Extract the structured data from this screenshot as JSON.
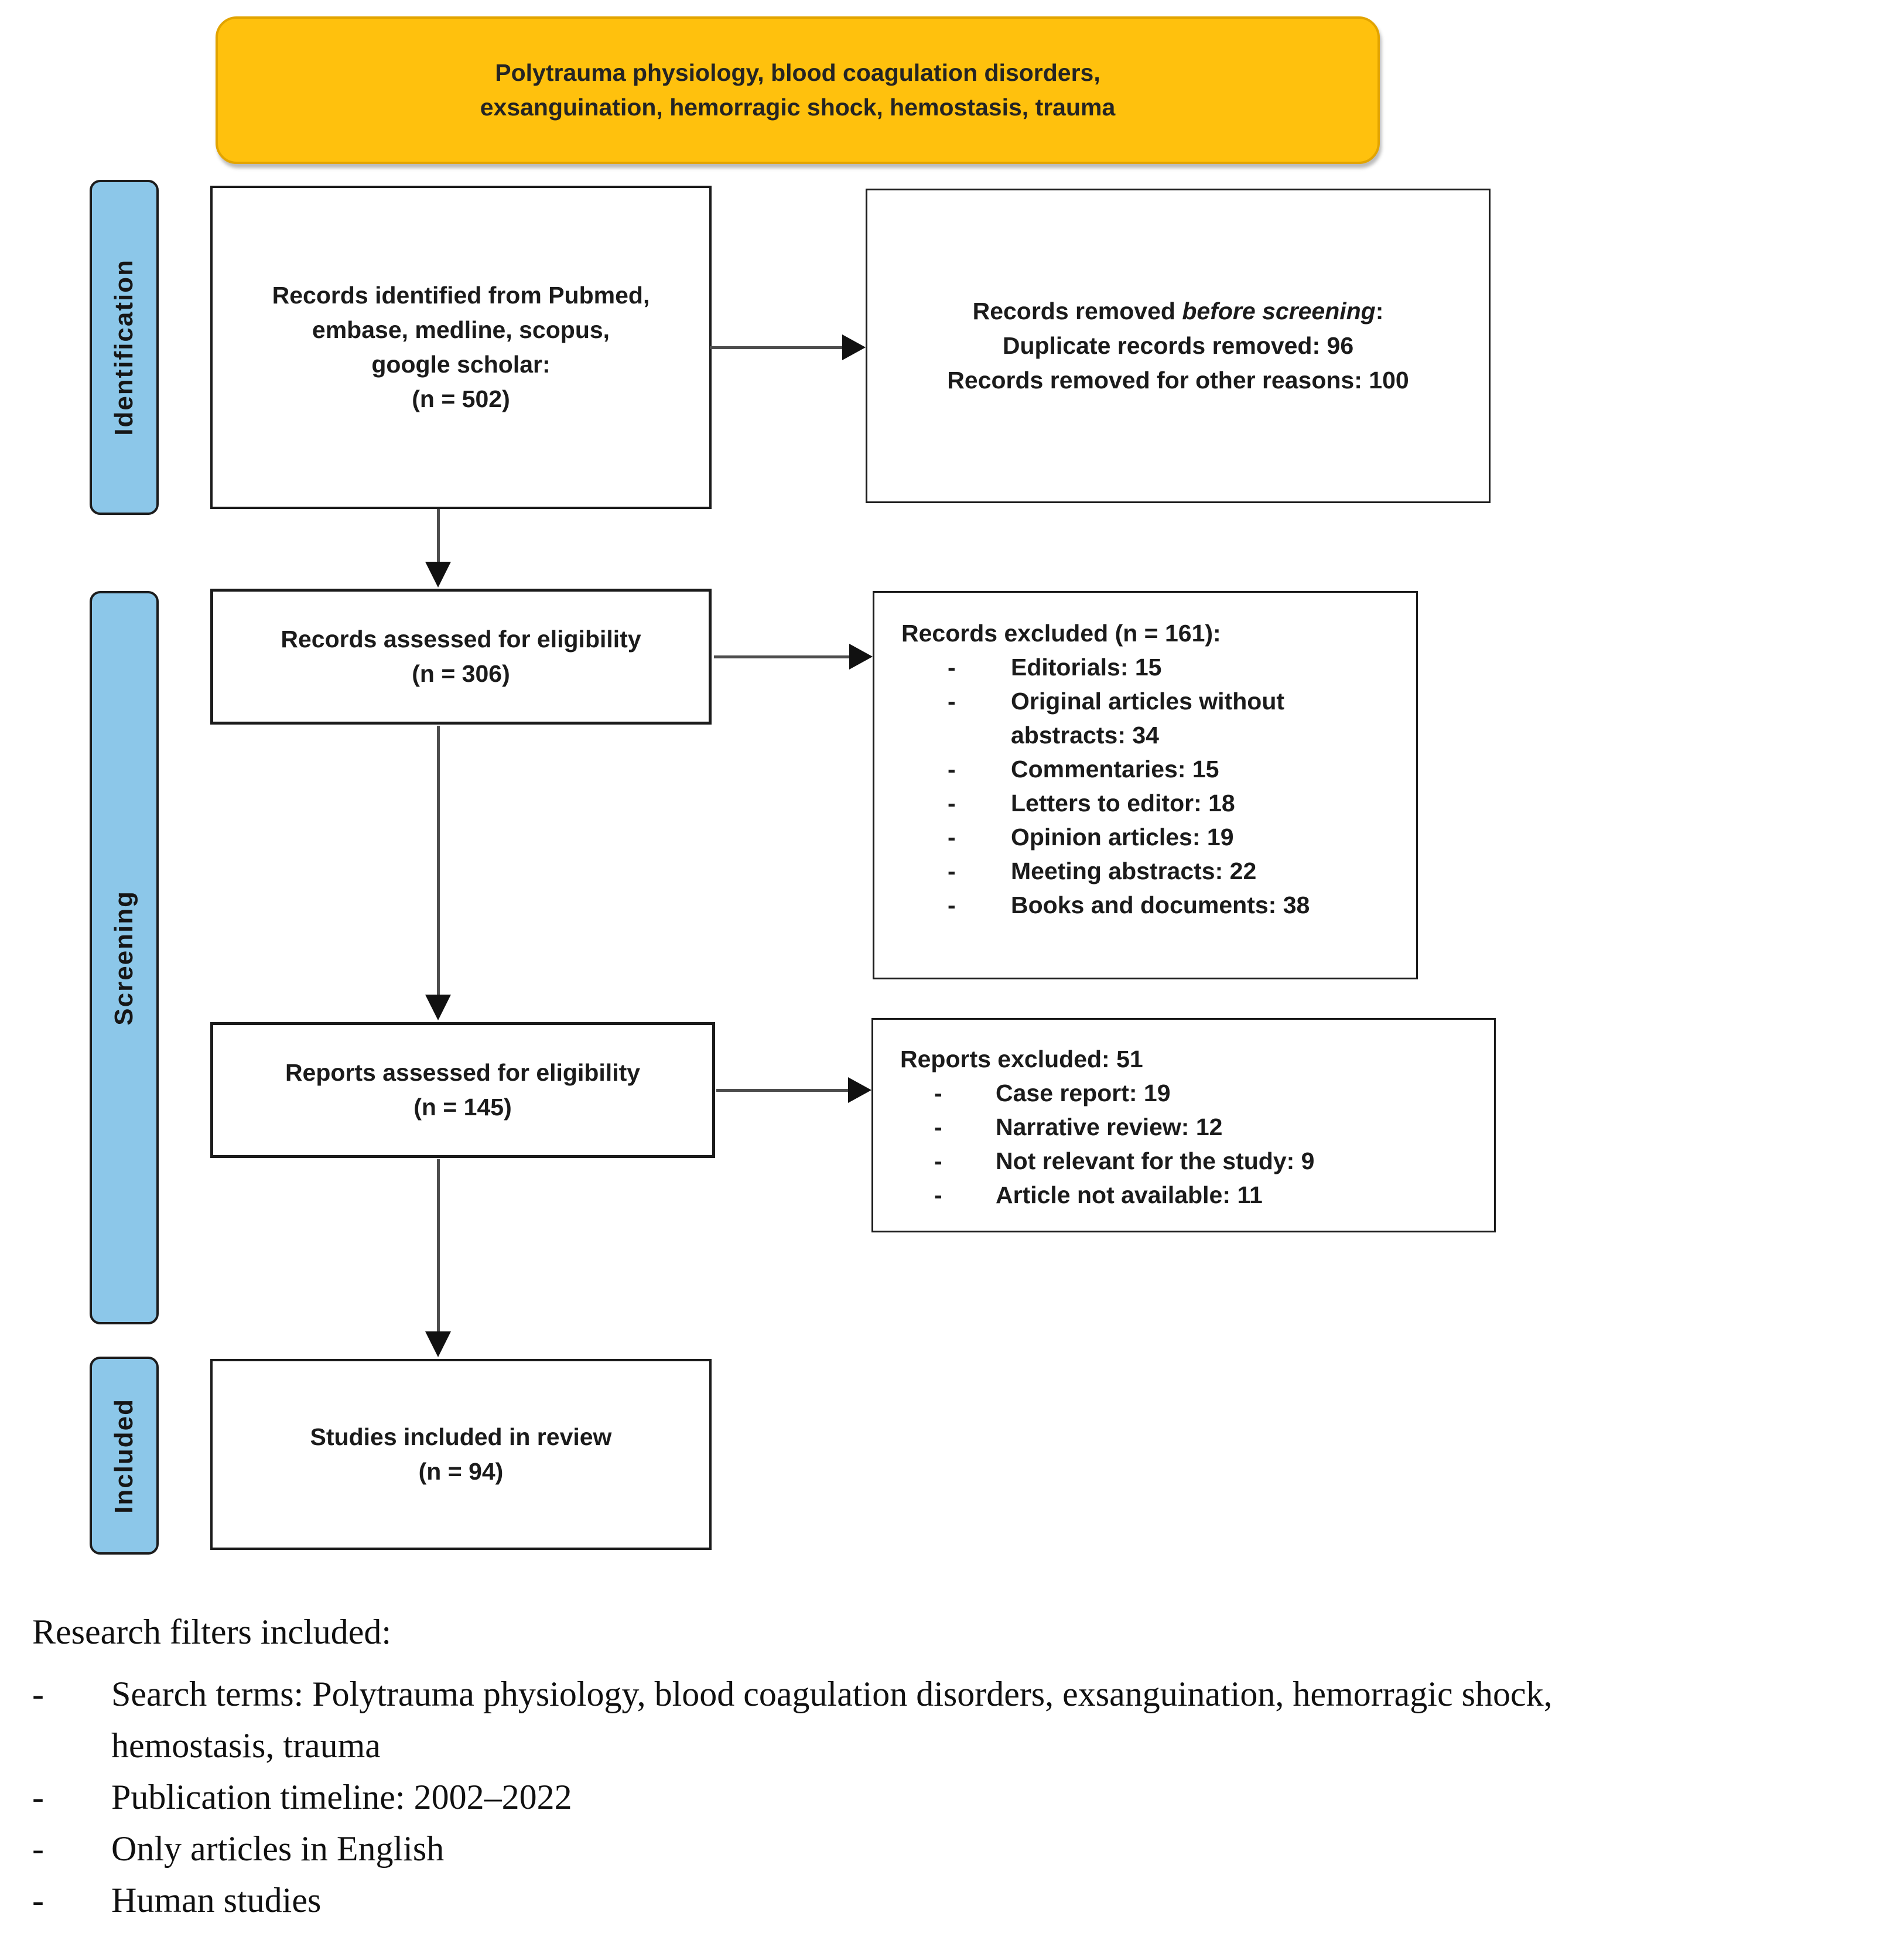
{
  "bullet": "-",
  "colors": {
    "search_box_fill": "#FFC10D",
    "search_box_border": "#E2A400",
    "stage_label_fill": "#8CC7E9",
    "connector_gray": "#4D4D4D",
    "text_ink": "#1B1B1B"
  },
  "search_box": {
    "text": "Polytrauma physiology, blood coagulation disorders,\nexsanguination, hemorragic shock, hemostasis, trauma"
  },
  "stages": [
    {
      "label": "Identification"
    },
    {
      "label": "Screening"
    },
    {
      "label": "Included"
    }
  ],
  "boxes": {
    "identified": {
      "text": "Records identified from Pubmed,\nembase, medline, scopus,\ngoogle scholar:\n(n = 502)"
    },
    "removed": {
      "pre": "Records removed ",
      "italic": "before screening",
      "post": ":",
      "line2": "Duplicate records removed: 96",
      "line3": "Records removed for other reasons: 100"
    },
    "records_assessed": {
      "text": "Records assessed for eligibility\n(n = 306)"
    },
    "records_excluded": {
      "header": "Records excluded (n = 161):",
      "items": [
        "Editorials: 15",
        "Original articles without\nabstracts: 34",
        "Commentaries: 15",
        "Letters to editor: 18",
        "Opinion articles: 19",
        "Meeting abstracts: 22",
        "Books and documents: 38"
      ]
    },
    "reports_assessed": {
      "text": "Reports assessed for eligibility\n(n = 145)"
    },
    "reports_excluded": {
      "header": "Reports excluded: 51",
      "items": [
        "Case report: 19",
        "Narrative review: 12",
        "Not relevant for the study: 9",
        "Article not available: 11"
      ]
    },
    "included_box": {
      "text": "Studies included in review\n(n = 94)"
    }
  },
  "filters": {
    "title": "Research filters included:",
    "items": [
      "Search terms: Polytrauma physiology, blood coagulation disorders, exsanguination, hemorragic shock,\nhemostasis, trauma",
      "Publication timeline: 2002–2022",
      "Only articles in English",
      "Human studies"
    ]
  }
}
